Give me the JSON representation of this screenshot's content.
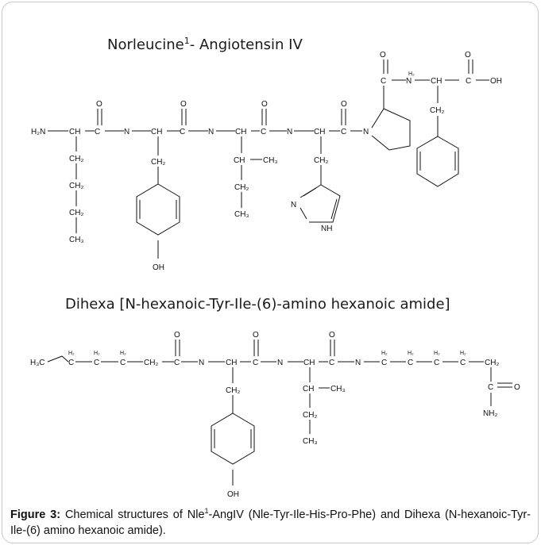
{
  "figure": {
    "title1": {
      "prefix": "Norleucine",
      "sup": "1",
      "suffix": "- Angiotensin IV"
    },
    "title2": "Dihexa [N-hexanoic-Tyr-Ile-(6)-amino hexanoic amide]",
    "caption": {
      "label": "Figure 3:",
      "part1": " Chemical structures of Nle",
      "sup": "1",
      "part2": "-AngIV (Nle-Tyr-Ile-His-Pro-Phe) and Dihexa (N-hexanoic-Tyr-Ile-(6) amino hexanoic amide)."
    }
  },
  "atoms": {
    "o": "O",
    "n": "N",
    "h2n": "H₂N",
    "nh2": "NH₂",
    "ch": "CH",
    "c": "C",
    "ch2": "CH₂",
    "ch3": "CH₃",
    "h3c": "H₃C",
    "h2": "H₂",
    "oh_lower": "OH",
    "nh": "NH"
  }
}
